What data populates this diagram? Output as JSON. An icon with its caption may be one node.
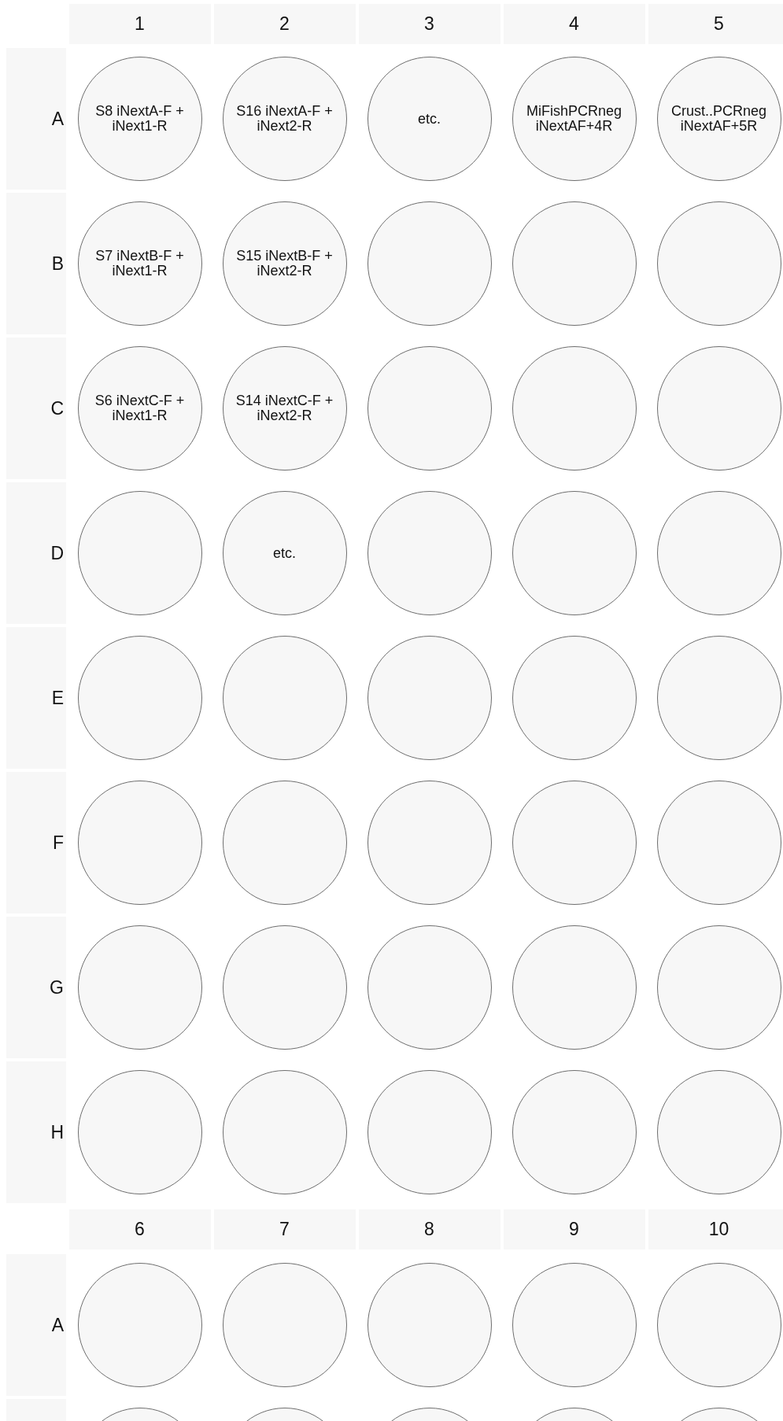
{
  "diagram": {
    "nodes": [
      {
        "text": [
          "1"
        ]
      },
      {
        "text": [
          "2"
        ]
      },
      {
        "text": [
          "3"
        ]
      },
      {
        "text": [
          "4"
        ]
      },
      {
        "text": [
          "5"
        ]
      },
      {
        "text": [
          "A"
        ]
      },
      {
        "text": [
          "S8 iNextA-F + iNext1-R"
        ]
      },
      {
        "text": [
          "S16 iNextA-F + iNext2-R"
        ]
      },
      {
        "text": [
          "etc."
        ]
      },
      {
        "text": [
          "MiFishPCRneg iNextAF+4R"
        ]
      },
      {
        "text": [
          "Crust..PCRneg iNextAF+5R"
        ]
      },
      {
        "text": [
          "B"
        ]
      },
      {
        "text": [
          "S7 iNextB-F + iNext1-R"
        ]
      },
      {
        "text": [
          "S15 iNextB-F + iNext2-R"
        ]
      },
      {
        "text": [],
        "shape": "circle"
      },
      {
        "text": [],
        "shape": "circle"
      },
      {
        "text": [],
        "shape": "circle"
      },
      {
        "text": [
          "C"
        ]
      },
      {
        "text": [
          "S6 iNextC-F + iNext1-R"
        ]
      },
      {
        "text": [
          "S14 iNextC-F + iNext2-R"
        ]
      },
      {
        "text": [],
        "shape": "circle"
      },
      {
        "text": [],
        "shape": "circle"
      },
      {
        "text": [],
        "shape": "circle"
      },
      {
        "text": [
          "D"
        ]
      },
      {
        "text": [],
        "shape": "circle"
      },
      {
        "text": [
          "etc."
        ]
      },
      {
        "text": [],
        "shape": "circle"
      },
      {
        "text": [],
        "shape": "circle"
      },
      {
        "text": [],
        "shape": "circle"
      },
      {
        "text": [
          "E"
        ]
      },
      {
        "text": [],
        "shape": "circle"
      },
      {
        "text": [],
        "shape": "circle"
      },
      {
        "text": [],
        "shape": "circle"
      },
      {
        "text": [],
        "shape": "circle"
      },
      {
        "text": [],
        "shape": "circle"
      },
      {
        "text": [
          "F"
        ]
      },
      {
        "text": [],
        "shape": "circle"
      },
      {
        "text": [],
        "shape": "circle"
      },
      {
        "text": [],
        "shape": "circle"
      },
      {
        "text": [],
        "shape": "circle"
      },
      {
        "text": [],
        "shape": "circle"
      },
      {
        "text": [
          "G"
        ]
      },
      {
        "text": [],
        "shape": "circle"
      },
      {
        "text": [],
        "shape": "circle"
      },
      {
        "text": [],
        "shape": "circle"
      },
      {
        "text": [],
        "shape": "circle"
      },
      {
        "text": [],
        "shape": "circle"
      },
      {
        "text": [
          "H"
        ]
      },
      {
        "text": [],
        "shape": "circle"
      },
      {
        "text": [],
        "shape": "circle"
      },
      {
        "text": [],
        "shape": "circle"
      },
      {
        "text": [],
        "shape": "circle"
      },
      {
        "text": [],
        "shape": "circle"
      },
      {
        "text": [
          "6"
        ]
      },
      {
        "text": [
          "7"
        ]
      },
      {
        "text": [
          "8"
        ]
      },
      {
        "text": [
          "9"
        ]
      },
      {
        "text": [
          "10"
        ]
      },
      {
        "text": [
          "A"
        ]
      },
      {
        "text": [],
        "shape": "circle"
      },
      {
        "text": [],
        "shape": "circle"
      },
      {
        "text": [],
        "shape": "circle"
      },
      {
        "text": [],
        "shape": "circle"
      },
      {
        "text": [],
        "shape": "circle"
      },
      {
        "text": [],
        "shape": "box"
      },
      {
        "text": [],
        "shape": "circle"
      },
      {
        "text": [],
        "shape": "circle"
      },
      {
        "text": [],
        "shape": "circle"
      },
      {
        "text": [],
        "shape": "circle"
      },
      {
        "text": [],
        "shape": "circle"
      }
    ]
  }
}
